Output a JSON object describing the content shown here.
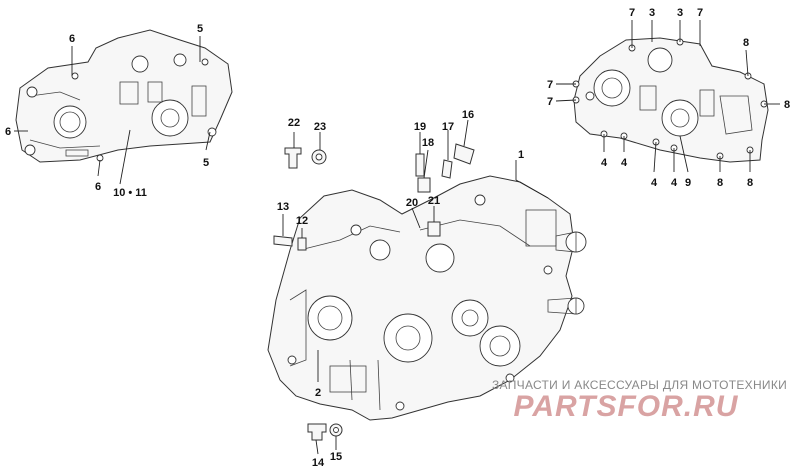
{
  "callouts": {
    "c1": "1",
    "c2": "2",
    "c3a": "3",
    "c3b": "3",
    "c4a": "4",
    "c4b": "4",
    "c4c": "4",
    "c4d": "4",
    "c5a": "5",
    "c5b": "5",
    "c6a": "6",
    "c6b": "6",
    "c6c": "6",
    "c7a": "7",
    "c7b": "7",
    "c7c": "7",
    "c7d": "7",
    "c8a": "8",
    "c8b": "8",
    "c8c": "8",
    "c8d": "8",
    "c9": "9",
    "c10_11": "10 • 11",
    "c12": "12",
    "c13": "13",
    "c14": "14",
    "c15": "15",
    "c16": "16",
    "c17": "17",
    "c18": "18",
    "c19": "19",
    "c20": "20",
    "c21": "21",
    "c22": "22",
    "c23": "23"
  },
  "watermark": {
    "caption": "ЗАПЧАСТИ И АКСЕССУАРЫ ДЛЯ МОТОТЕХНИКИ",
    "logo_text": "PARTSFOR.RU",
    "logo_color": "#d9a3a3"
  }
}
